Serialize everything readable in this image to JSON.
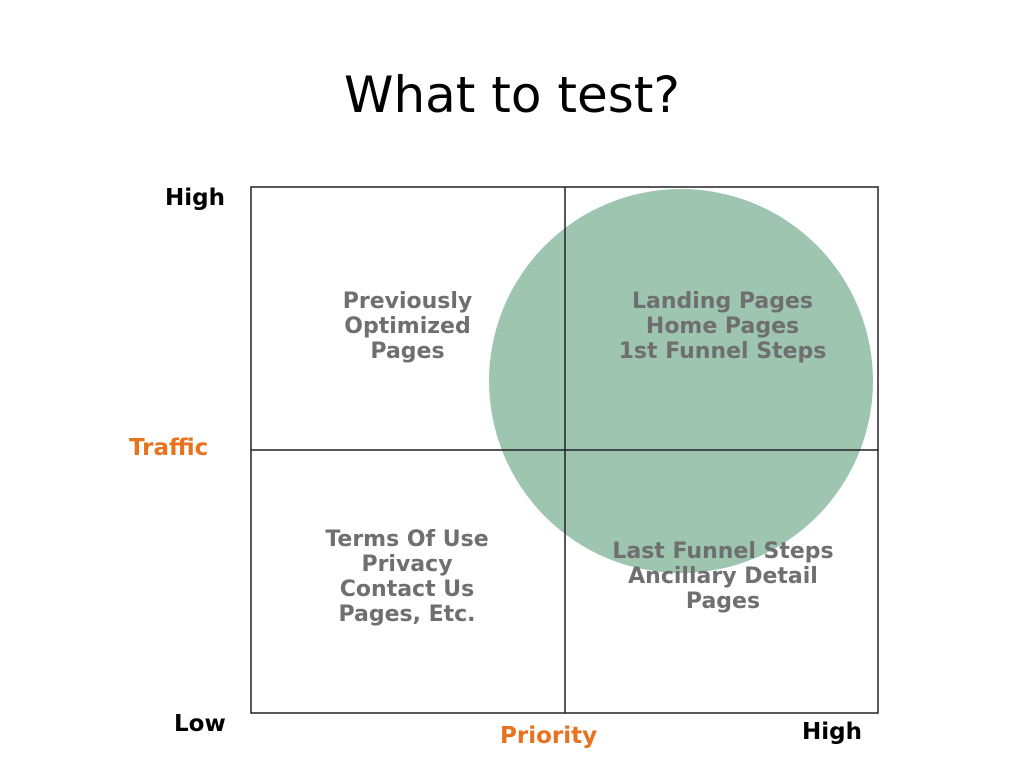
{
  "title": "What to test?",
  "axes": {
    "y_high": "High",
    "y_label": "Traffic",
    "y_low": "Low",
    "x_label": "Priority",
    "x_high": "High"
  },
  "quadrants": {
    "top_left": [
      "Previously",
      "Optimized",
      "Pages"
    ],
    "top_right": [
      "Landing Pages",
      "Home Pages",
      "1st Funnel Steps"
    ],
    "bottom_left": [
      "Terms Of Use",
      "Privacy",
      "Contact Us",
      "Pages, Etc."
    ],
    "bottom_right": [
      "Last Funnel Steps",
      "Ancillary Detail",
      "Pages"
    ]
  },
  "colors": {
    "accent": "#e8731f",
    "quadrant_text": "#6f6f6f",
    "highlight_circle": "#9ec5b0",
    "grid": "#222222"
  }
}
